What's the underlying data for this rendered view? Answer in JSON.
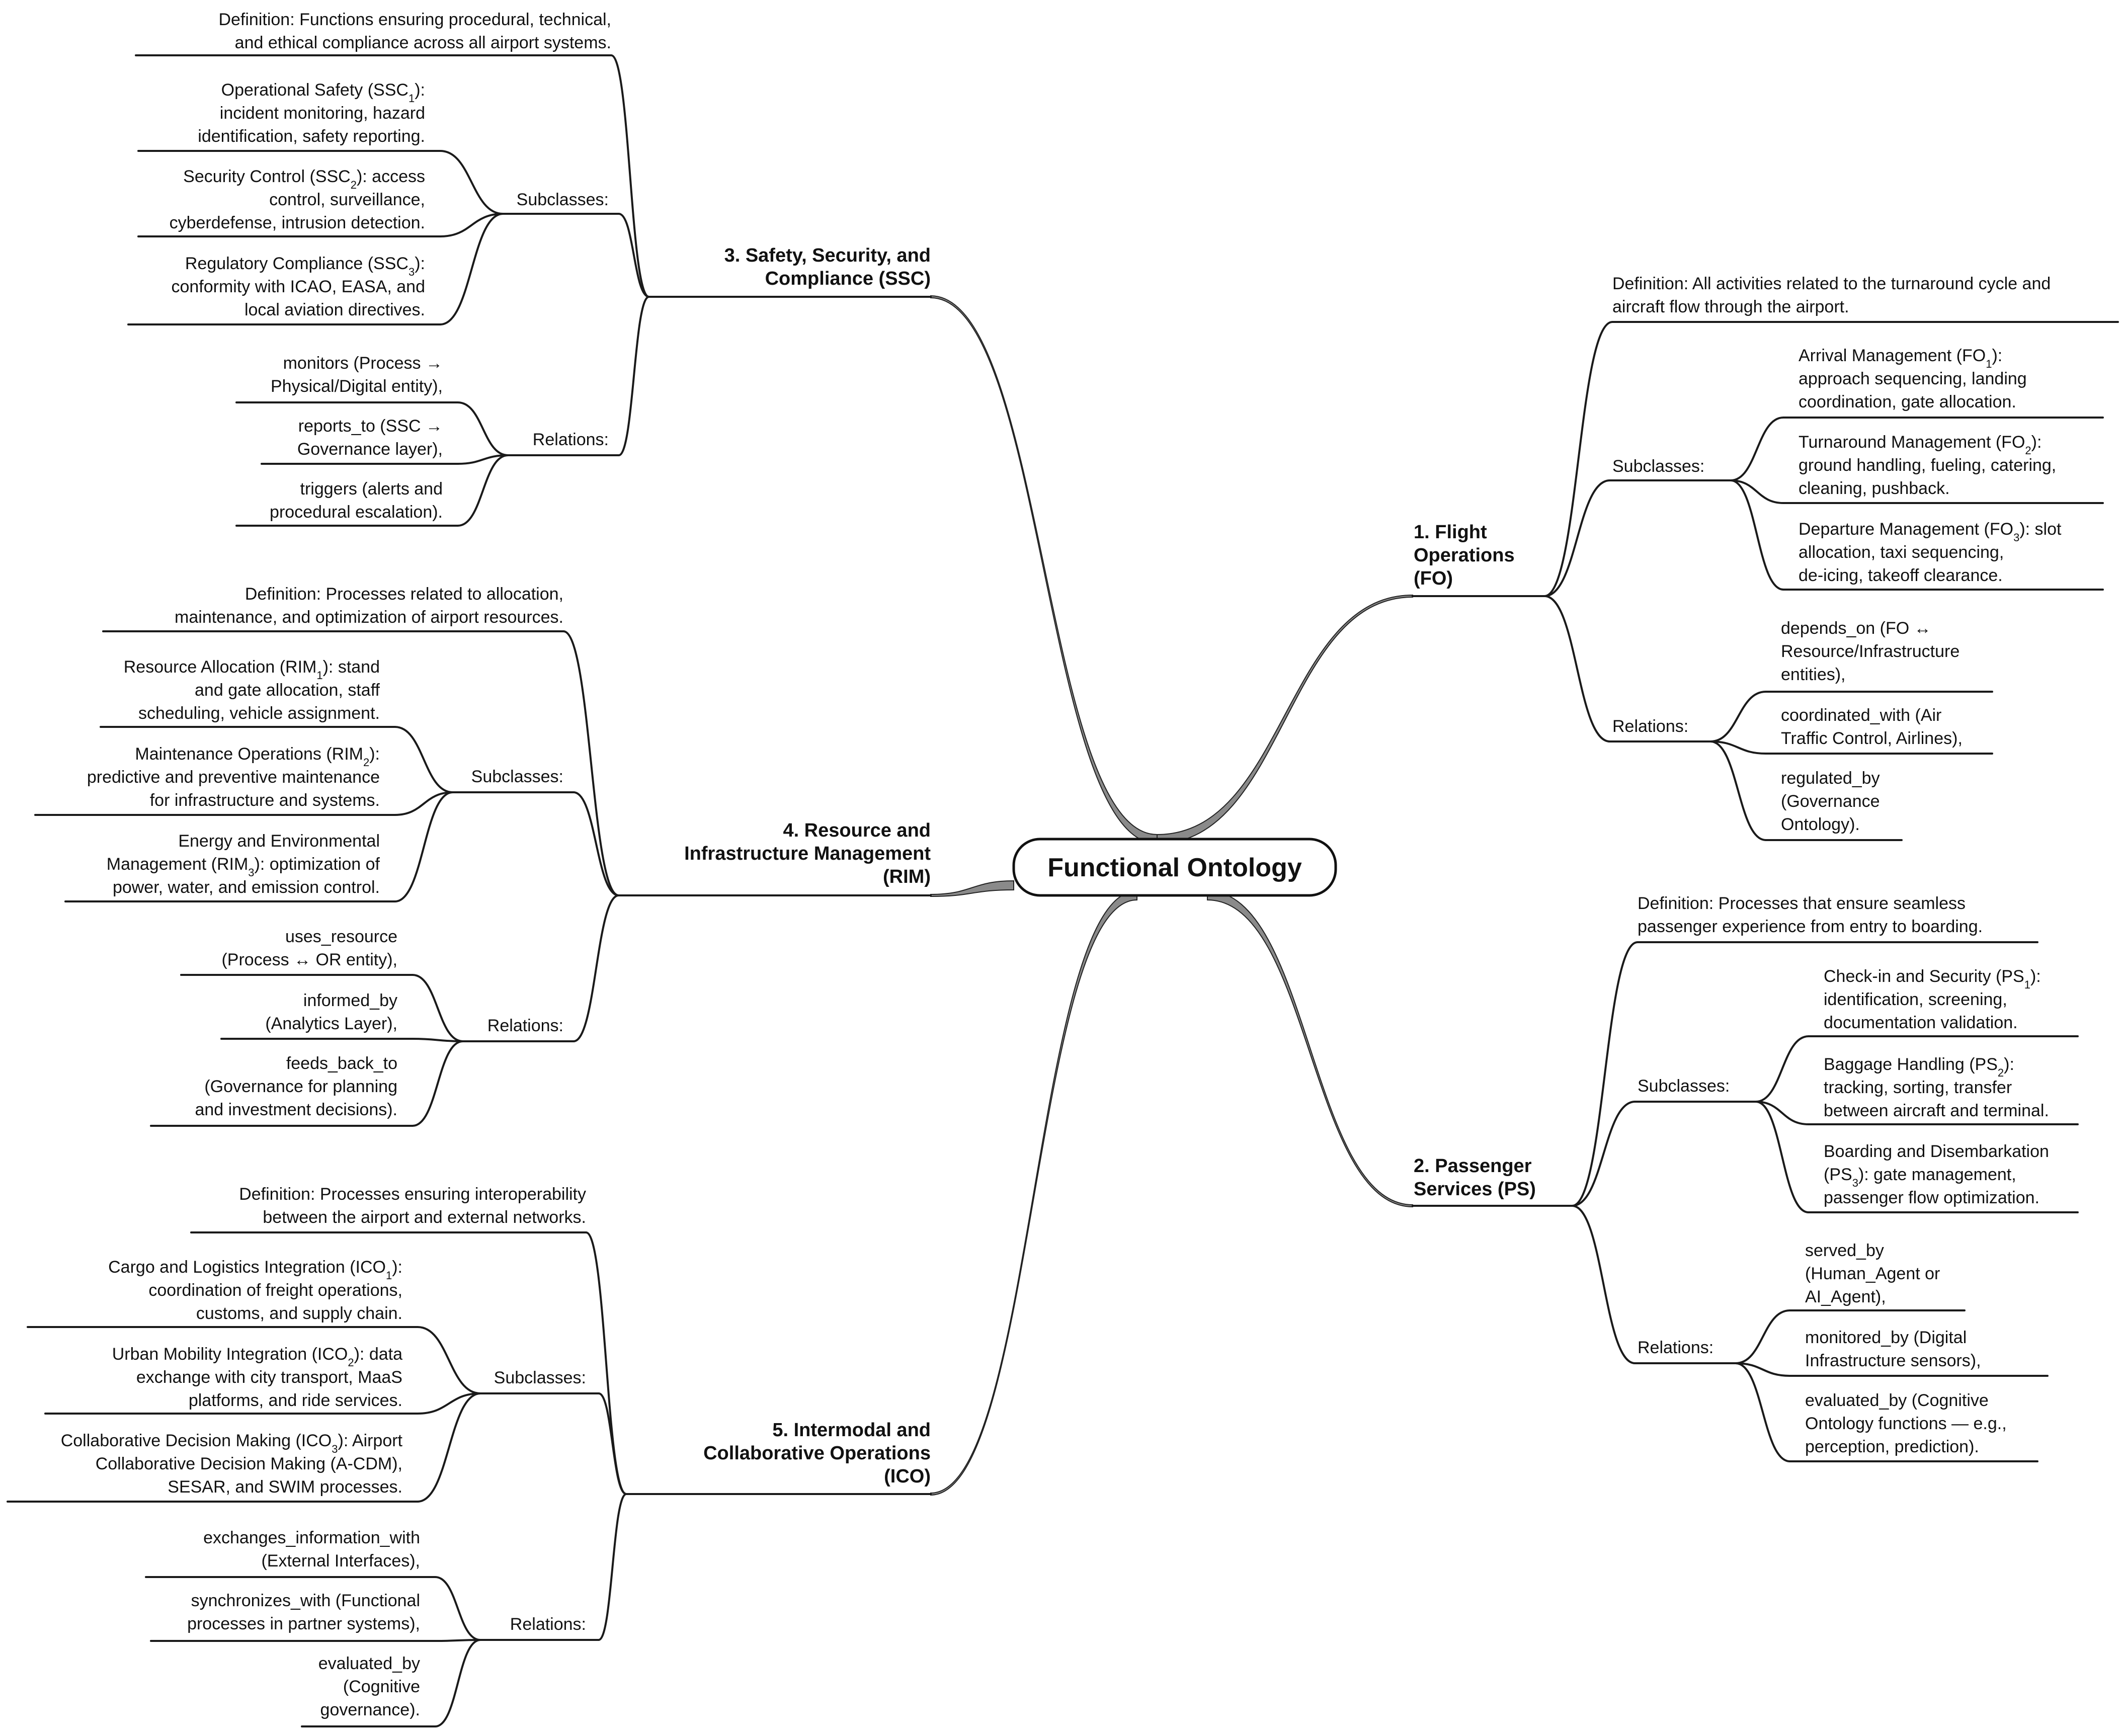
{
  "root": {
    "label": "Functional Ontology"
  },
  "branches": [
    {
      "id": "fo",
      "title": [
        "1. Flight",
        "Operations",
        "(FO)"
      ],
      "definition": [
        "Definition: All activities related to the turnaround cycle and",
        "aircraft flow through the airport."
      ],
      "subclasses_label": "Subclasses:",
      "subclasses": [
        [
          [
            "Arrival Management (FO",
            "1",
            "):"
          ],
          [
            "approach sequencing, landing"
          ],
          [
            "coordination, gate allocation."
          ]
        ],
        [
          [
            "Turnaround Management (FO",
            "2",
            "):"
          ],
          [
            "ground handling, fueling, catering,"
          ],
          [
            "cleaning, pushback."
          ]
        ],
        [
          [
            "Departure Management (FO",
            "3",
            "): slot"
          ],
          [
            "allocation, taxi sequencing,"
          ],
          [
            "de-icing, takeoff clearance."
          ]
        ]
      ],
      "relations_label": "Relations:",
      "relations": [
        [
          "depends_on (FO ↔",
          "Resource/Infrastructure",
          "entities),"
        ],
        [
          "coordinated_with (Air",
          "Traffic Control, Airlines),"
        ],
        [
          "regulated_by",
          "(Governance",
          "Ontology)."
        ]
      ]
    },
    {
      "id": "ps",
      "title": [
        "2. Passenger",
        "Services (PS)"
      ],
      "definition": [
        "Definition: Processes that ensure seamless",
        "passenger experience from entry to boarding."
      ],
      "subclasses_label": "Subclasses:",
      "subclasses": [
        [
          [
            "Check-in and Security (PS",
            "1",
            "):"
          ],
          [
            "identification, screening,"
          ],
          [
            "documentation validation."
          ]
        ],
        [
          [
            "Baggage Handling (PS",
            "2",
            "):"
          ],
          [
            "tracking, sorting, transfer"
          ],
          [
            "between aircraft and terminal."
          ]
        ],
        [
          [
            "Boarding and Disembarkation"
          ],
          [
            "(PS",
            "3",
            "): gate management,"
          ],
          [
            "passenger flow optimization."
          ]
        ]
      ],
      "relations_label": "Relations:",
      "relations": [
        [
          "served_by",
          "(Human_Agent or",
          "AI_Agent),"
        ],
        [
          "monitored_by (Digital",
          "Infrastructure sensors),"
        ],
        [
          "evaluated_by (Cognitive",
          "Ontology functions — e.g.,",
          "perception, prediction)."
        ]
      ]
    },
    {
      "id": "ssc",
      "title": [
        "3. Safety, Security, and",
        "Compliance (SSC)"
      ],
      "definition": [
        "Definition: Functions ensuring procedural, technical,",
        "and ethical compliance across all airport systems."
      ],
      "subclasses_label": "Subclasses:",
      "subclasses": [
        [
          [
            "Operational Safety (SSC",
            "1",
            "):"
          ],
          [
            "incident monitoring, hazard"
          ],
          [
            "identification, safety reporting."
          ]
        ],
        [
          [
            "Security Control (SSC",
            "2",
            "): access"
          ],
          [
            "control, surveillance,"
          ],
          [
            "cyberdefense, intrusion detection."
          ]
        ],
        [
          [
            "Regulatory Compliance (SSC",
            "3",
            "):"
          ],
          [
            "conformity with ICAO, EASA, and"
          ],
          [
            "local aviation directives."
          ]
        ]
      ],
      "relations_label": "Relations:",
      "relations": [
        [
          "monitors (Process →",
          "Physical/Digital entity),"
        ],
        [
          "reports_to (SSC →",
          "Governance layer),"
        ],
        [
          "triggers (alerts and",
          "procedural escalation)."
        ]
      ]
    },
    {
      "id": "rim",
      "title": [
        "4. Resource and",
        "Infrastructure Management",
        "(RIM)"
      ],
      "definition": [
        "Definition: Processes related to allocation,",
        "maintenance, and optimization of airport resources."
      ],
      "subclasses_label": "Subclasses:",
      "subclasses": [
        [
          [
            "Resource Allocation (RIM",
            "1",
            "): stand"
          ],
          [
            "and gate allocation, staff"
          ],
          [
            "scheduling, vehicle assignment."
          ]
        ],
        [
          [
            "Maintenance Operations (RIM",
            "2",
            "):"
          ],
          [
            "predictive and preventive maintenance"
          ],
          [
            "for infrastructure and systems."
          ]
        ],
        [
          [
            "Energy and Environmental"
          ],
          [
            "Management (RIM",
            "3",
            "): optimization of"
          ],
          [
            "power, water, and emission control."
          ]
        ]
      ],
      "relations_label": "Relations:",
      "relations": [
        [
          "uses_resource",
          "(Process ↔ OR entity),"
        ],
        [
          "informed_by",
          "(Analytics Layer),"
        ],
        [
          "feeds_back_to",
          "(Governance for planning",
          "and investment decisions)."
        ]
      ]
    },
    {
      "id": "ico",
      "title": [
        "5. Intermodal and",
        "Collaborative Operations",
        "(ICO)"
      ],
      "definition": [
        "Definition: Processes ensuring interoperability",
        "between the airport and external networks."
      ],
      "subclasses_label": "Subclasses:",
      "subclasses": [
        [
          [
            "Cargo and Logistics Integration (ICO",
            "1",
            "):"
          ],
          [
            "coordination of freight operations,"
          ],
          [
            "customs, and supply chain."
          ]
        ],
        [
          [
            "Urban Mobility Integration (ICO",
            "2",
            "): data"
          ],
          [
            "exchange with city transport, MaaS"
          ],
          [
            "platforms, and ride services."
          ]
        ],
        [
          [
            "Collaborative Decision Making (ICO",
            "3",
            "): Airport"
          ],
          [
            "Collaborative Decision Making (A-CDM),"
          ],
          [
            "SESAR, and SWIM processes."
          ]
        ]
      ],
      "relations_label": "Relations:",
      "relations": [
        [
          "exchanges_information_with",
          "(External Interfaces),"
        ],
        [
          "synchronizes_with (Functional",
          "processes in partner systems),"
        ],
        [
          "evaluated_by",
          "(Cognitive",
          "governance)."
        ]
      ]
    }
  ]
}
